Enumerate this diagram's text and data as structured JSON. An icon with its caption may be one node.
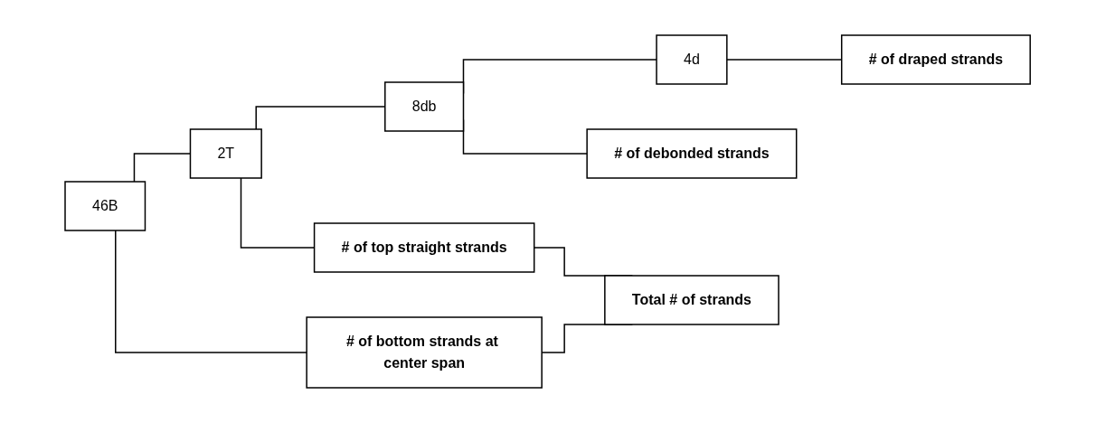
{
  "diagram": {
    "nodes": [
      {
        "text": [
          "46B"
        ]
      },
      {
        "text": [
          "2T"
        ]
      },
      {
        "text": [
          "8db"
        ]
      },
      {
        "text": [
          "4d"
        ]
      },
      {
        "text": [
          "# of draped strands"
        ]
      },
      {
        "text": [
          "# of debonded strands"
        ]
      },
      {
        "text": [
          "# of top straight strands"
        ]
      },
      {
        "text": [
          "# of bottom strands at center span"
        ]
      },
      {
        "text": [
          "Total # of strands"
        ]
      }
    ],
    "edges": [
      {
        "from": 0,
        "to": 1,
        "arrow": "none"
      },
      {
        "from": 1,
        "to": 2,
        "arrow": "none"
      },
      {
        "from": 2,
        "to": 3,
        "arrow": "none"
      },
      {
        "from": 3,
        "to": 4,
        "arrow": "none"
      },
      {
        "from": 2,
        "to": 5,
        "arrow": "none"
      },
      {
        "from": 1,
        "to": 6,
        "arrow": "none"
      },
      {
        "from": 0,
        "to": 7,
        "arrow": "none"
      },
      {
        "from": 6,
        "to": 8,
        "arrow": "none"
      },
      {
        "from": 7,
        "to": 8,
        "arrow": "none"
      }
    ]
  }
}
